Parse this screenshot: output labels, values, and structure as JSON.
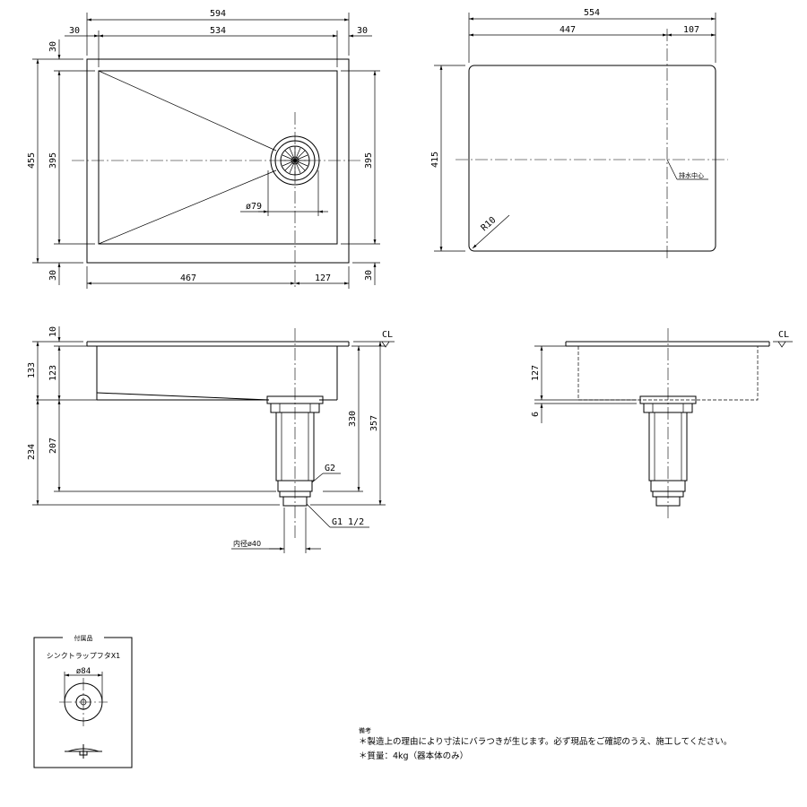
{
  "plan_view": {
    "overall_width": "594",
    "inner_width": "534",
    "flange_left": "30",
    "flange_right": "30",
    "flange_top": "30",
    "flange_bottom": "30",
    "overall_depth": "455",
    "inner_depth_left": "395",
    "inner_depth_right": "395",
    "drain_diameter": "ø79",
    "drain_offset_left": "467",
    "drain_offset_right": "127"
  },
  "cutout_view": {
    "width": "554",
    "width_to_drain": "447",
    "drain_to_edge": "107",
    "depth": "415",
    "corner_radius": "R10",
    "drain_center_label": "排水中心"
  },
  "front_section": {
    "flange_thickness": "10",
    "upper_height": "133",
    "bowl_depth": "123",
    "drain_length": "234",
    "trap_length": "207",
    "total_height": "330",
    "overall_height": "357",
    "thread_g2": "G2",
    "thread_g1": "G1 1/2",
    "inner_diameter": "内径ø40",
    "cl_label": "CL"
  },
  "side_section": {
    "bowl_depth": "127",
    "bottom_thickness": "6",
    "cl_label": "CL"
  },
  "accessory": {
    "title": "付属品",
    "name": "シンクトラップフタX1",
    "diameter": "ø84"
  },
  "notes": {
    "heading": "備考",
    "line1": "＊製造上の理由により寸法にバラつきが生じます。必ず現品をご確認のうえ、施工してください。",
    "line2": "＊質量：4kg（器本体のみ）"
  }
}
